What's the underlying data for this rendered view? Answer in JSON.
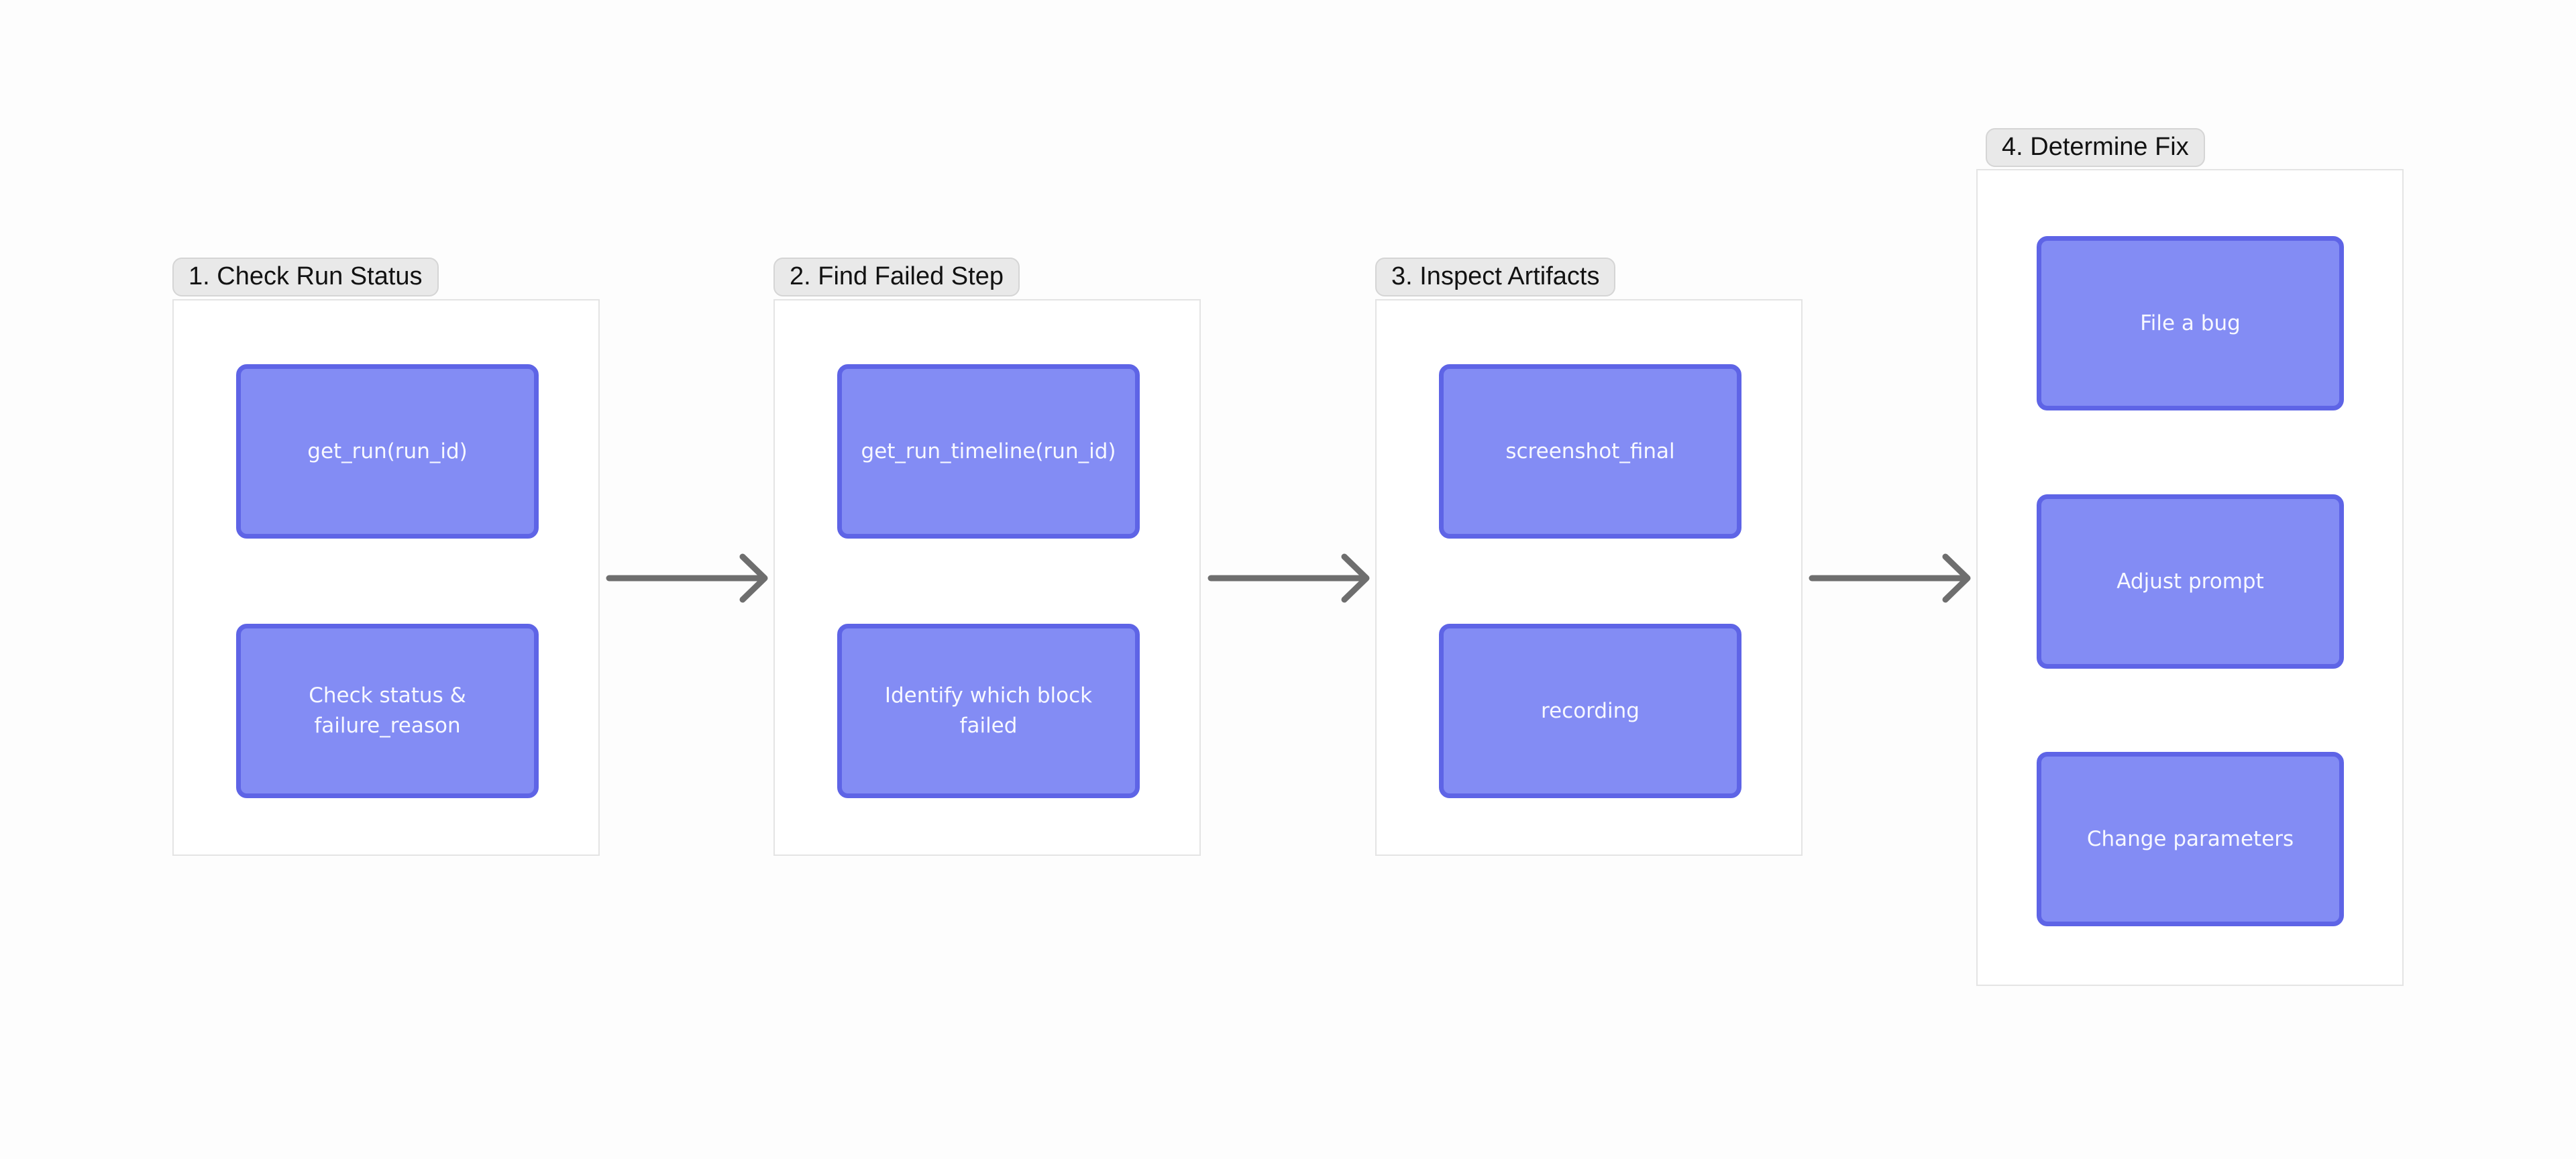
{
  "diagram": {
    "type": "flowchart",
    "background": "#fdfdfd",
    "groups": [
      {
        "label": "1. Check Run Status",
        "nodes": [
          "get_run(run_id)",
          "Check status & failure_reason"
        ]
      },
      {
        "label": "2. Find Failed Step",
        "nodes": [
          "get_run_timeline(run_id)",
          "Identify which block failed"
        ]
      },
      {
        "label": "3. Inspect Artifacts",
        "nodes": [
          "screenshot_final",
          "recording"
        ]
      },
      {
        "label": "4. Determine Fix",
        "nodes": [
          "File a bug",
          "Adjust prompt",
          "Change parameters"
        ]
      }
    ],
    "arrows": [
      {
        "from": "1. Check Run Status",
        "to": "2. Find Failed Step"
      },
      {
        "from": "2. Find Failed Step",
        "to": "3. Inspect Artifacts"
      },
      {
        "from": "3. Inspect Artifacts",
        "to": "4. Determine Fix"
      }
    ],
    "colors": {
      "node_fill": "#838cf4",
      "node_border": "#5e64e6",
      "node_text": "#f7f8ff",
      "label_bg": "#e9e9e9",
      "label_border": "#d5d5d5",
      "label_text": "#121212",
      "panel_bg": "#ffffff",
      "panel_border": "#e4e4e4",
      "arrow": "#6e6e6e"
    }
  }
}
